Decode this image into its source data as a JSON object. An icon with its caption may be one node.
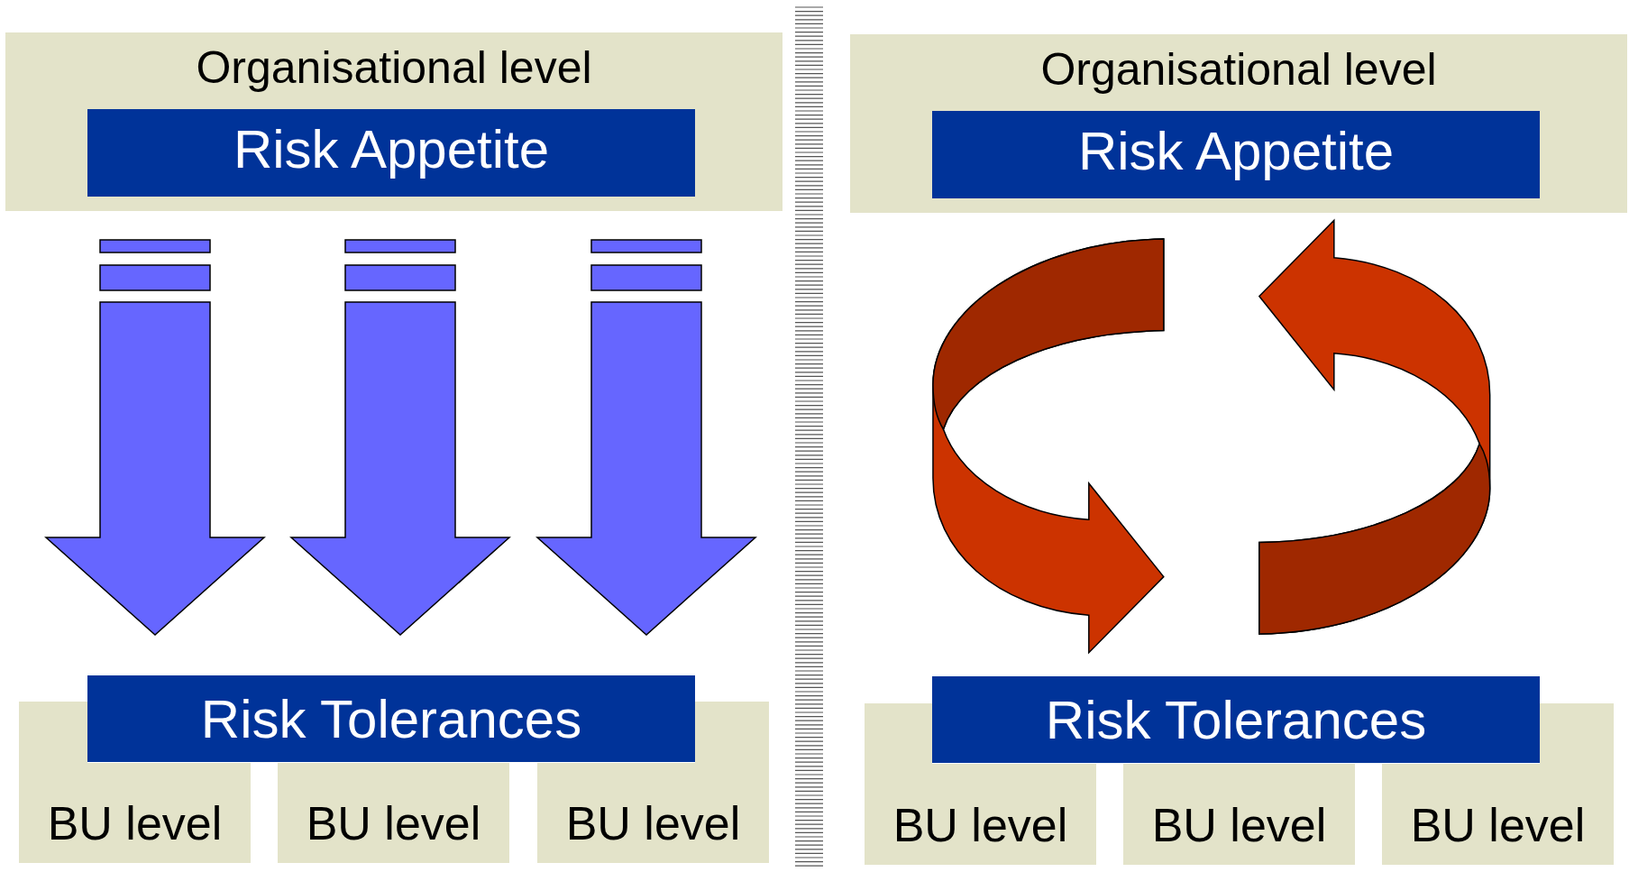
{
  "diagram": {
    "nodes": [
      {
        "text": [
          "Organisational level"
        ]
      },
      {
        "text": [
          "Risk Appetite"
        ],
        "in": 0
      },
      {
        "text": [
          "Risk Tolerances"
        ]
      },
      {
        "text": [
          "BU level"
        ]
      },
      {
        "text": [
          "BU level"
        ]
      },
      {
        "text": [
          "BU level"
        ]
      },
      {
        "text": [
          "Organisational level"
        ]
      },
      {
        "text": [
          "Risk Appetite"
        ],
        "in": 6
      },
      {
        "text": [
          "Risk Tolerances"
        ]
      },
      {
        "text": [
          "BU level"
        ]
      },
      {
        "text": [
          "BU level"
        ]
      },
      {
        "text": [
          "BU level"
        ]
      }
    ],
    "edges": [
      {
        "from": 1,
        "to": 2,
        "arrow": "to"
      },
      {
        "from": 1,
        "to": 2,
        "arrow": "to"
      },
      {
        "from": 1,
        "to": 2,
        "arrow": "to"
      },
      {
        "from": 7,
        "to": 8,
        "arrow": "to",
        "color": "#cc3300"
      },
      {
        "from": 8,
        "to": 7,
        "arrow": "to",
        "color": "#cc3300"
      }
    ]
  }
}
